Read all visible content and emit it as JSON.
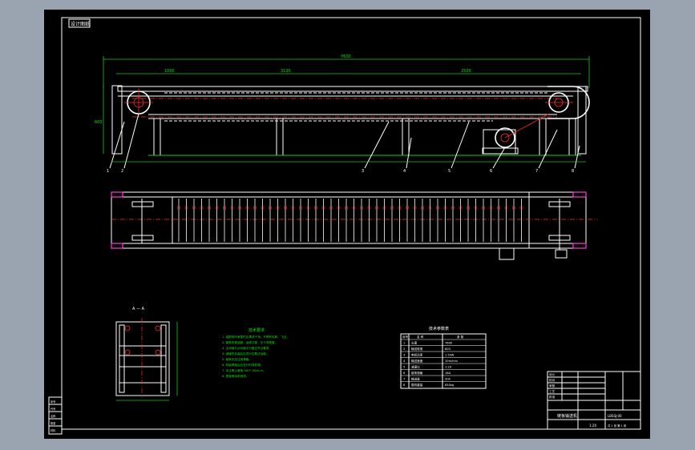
{
  "drawing": {
    "corner_tag": "设计图纸",
    "total_length": "7600",
    "seg_left": "1000",
    "seg_mid": "3100",
    "seg_right": "2500",
    "height_dim": "600",
    "section_label": "A — A"
  },
  "notes": {
    "title": "技术要求",
    "lines": [
      "1. 装配前所有零件应清洗干净，不得有毛刺、飞边。",
      "2. 链条张紧适度，运转平稳，无卡滞现象。",
      "3. 主动轴与从动轴平行度应符合要求。",
      "4. 减速机安装后应进行空载试运转。",
      "5. 轴承处加注润滑脂。",
      "6. 机架焊接后应进行时效处理。",
      "7. 未注明公差按 GB/T 1804-m。",
      "8. 表面喷涂防锈漆。"
    ]
  },
  "params": {
    "title": "技术参数表",
    "headers": [
      "序号",
      "名 称",
      "参 数"
    ],
    "rows": [
      [
        "1",
        "长度",
        "7600"
      ],
      [
        "2",
        "输送带宽",
        "600"
      ],
      [
        "3",
        "电机功率",
        "1.5kW"
      ],
      [
        "4",
        "输送速度",
        "10m/min"
      ],
      [
        "5",
        "减速比",
        "1:20"
      ],
      [
        "6",
        "链条规格",
        "16A"
      ],
      [
        "7",
        "输送量",
        "2t/h"
      ],
      [
        "8",
        "整机重量",
        "850kg"
      ]
    ]
  },
  "title_block": {
    "name": "链板输送机",
    "scale": "1:20",
    "drawing_no": "LBSSJ-00",
    "sheet": "共 1 张 第 1 张",
    "labels": [
      "设计",
      "校对",
      "审核",
      "工艺",
      "批准"
    ]
  },
  "side_table": [
    "序号",
    "代号",
    "名称",
    "数量",
    "材料"
  ],
  "balloons": [
    "1",
    "2",
    "3",
    "4",
    "5",
    "6",
    "7",
    "8"
  ]
}
